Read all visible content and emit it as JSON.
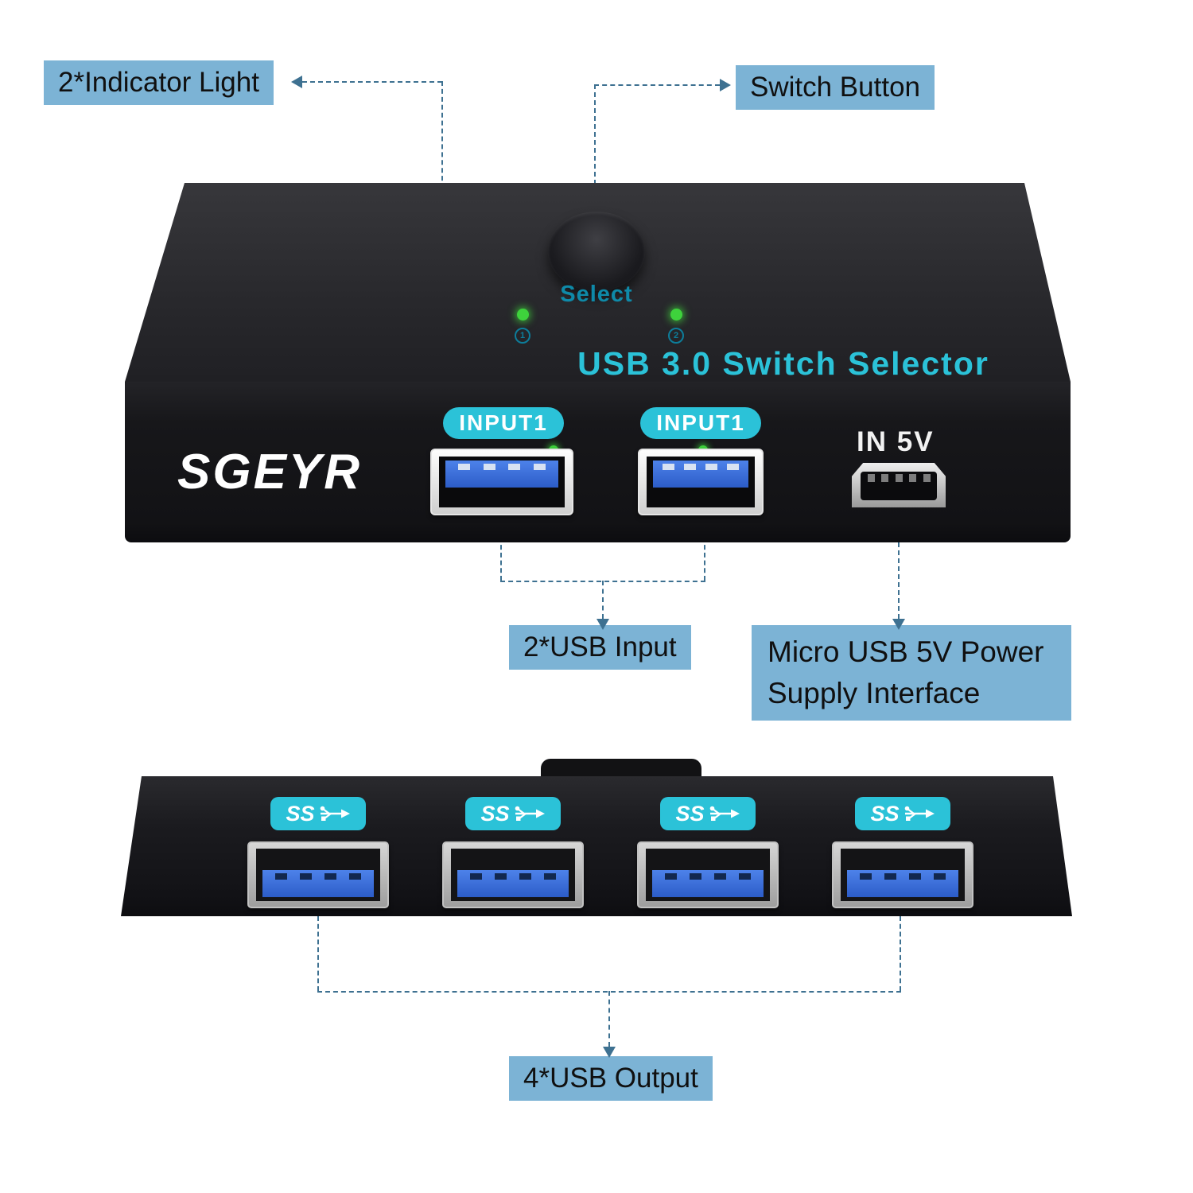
{
  "colors": {
    "label_bg": "#7cb3d5",
    "connector": "#3e7191",
    "teal": "#2bc2d8",
    "usb_blue": "#3a6fd4",
    "led_green": "#3ed23c"
  },
  "callouts": {
    "indicator_light": "2*Indicator Light",
    "switch_button": "Switch Button",
    "usb_input": "2*USB Input",
    "power_line1": "Micro USB 5V Power",
    "power_line2": "Supply Interface",
    "usb_output": "4*USB Output"
  },
  "device": {
    "brand": "SGEYR",
    "select_label": "Select",
    "title": "USB 3.0 Switch Selector",
    "led1": "1",
    "led2": "2",
    "input_badge_1": "INPUT1",
    "input_badge_2": "INPUT1",
    "power_port_label": "IN 5V",
    "ss_label": "SS"
  }
}
